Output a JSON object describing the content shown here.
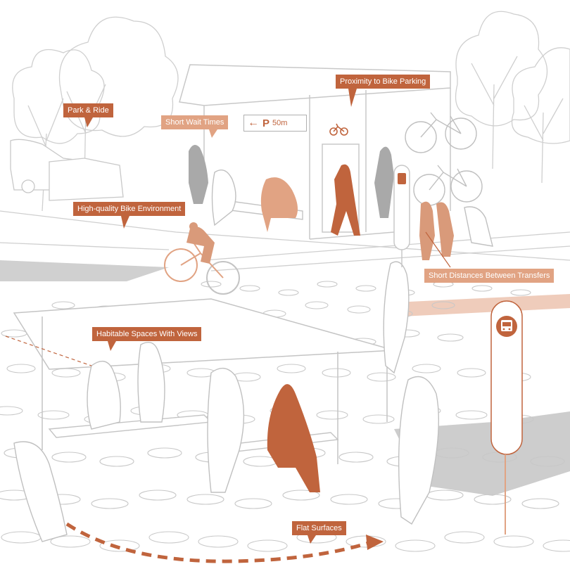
{
  "callouts": {
    "park_ride": "Park & Ride",
    "short_wait": "Short Wait Times",
    "bike_parking": "Proximity to Bike Parking",
    "bike_environment": "High-quality Bike Environment",
    "short_distances": "Short Distances Between Transfers",
    "habitable_spaces": "Habitable Spaces With Views",
    "flat_surfaces": "Flat Surfaces"
  },
  "sign": {
    "arrow": "←",
    "parking_letter": "P",
    "distance": "50m"
  },
  "colors": {
    "accent": "#c0643d",
    "accent_light": "#e1a383",
    "accent_pale": "#d99a7a",
    "grey_figure": "#a8a8a8",
    "line": "#c8c8c8",
    "road": "#cfcfcf"
  },
  "icons": [
    "bicycle-icon",
    "tram-icon",
    "bus-icon",
    "parking-arrow-icon"
  ]
}
